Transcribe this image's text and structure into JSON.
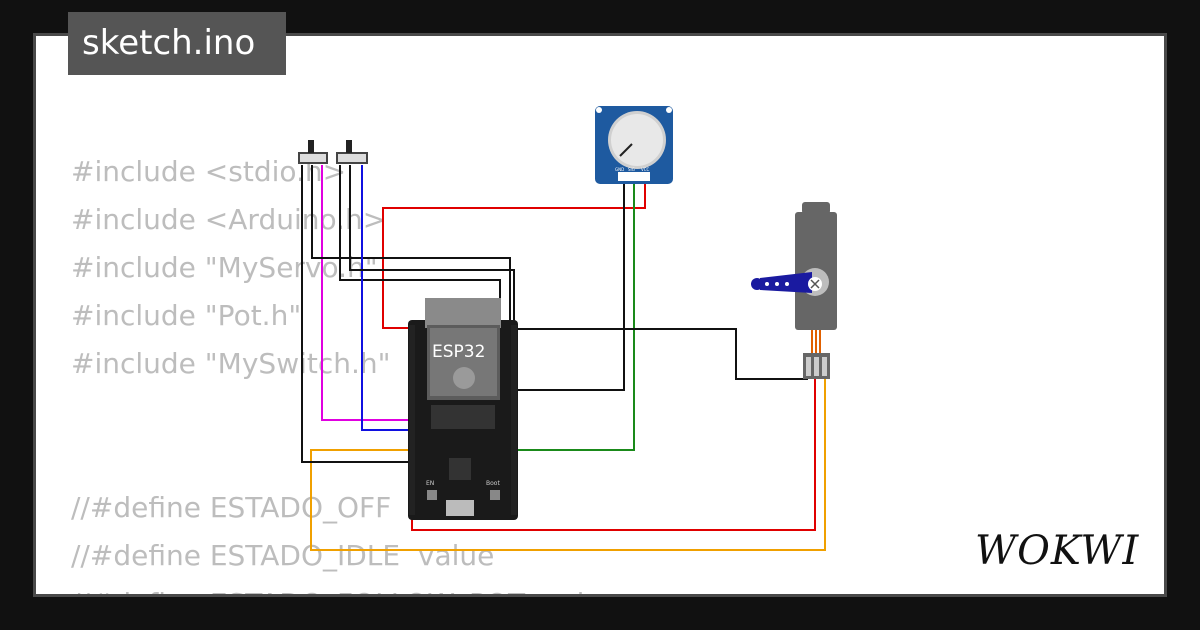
{
  "filename": "sketch.ino",
  "code_lines": [
    "#include <stdio.h>",
    "#include <Arduino.h>",
    "#include \"MyServo.h\"",
    "#include \"Pot.h\"",
    "#include \"MySwitch.h\"",
    "",
    "",
    "//#define ESTADO_OFF",
    "//#define ESTADO_IDLE  value",
    "//#define ESTADO_FOLLOW_POT  value"
  ],
  "board_label": "ESP32",
  "pot_pins": [
    "GND",
    "SIG",
    "VCC"
  ],
  "board_buttons": [
    "EN",
    "Boot"
  ],
  "brand": "WOKWI",
  "colors": {
    "red": "#e00000",
    "black": "#111111",
    "green": "#1a8a1a",
    "blue": "#1010e0",
    "magenta": "#e000e0",
    "orange": "#f0a000",
    "pot_board": "#1e5aa0"
  }
}
